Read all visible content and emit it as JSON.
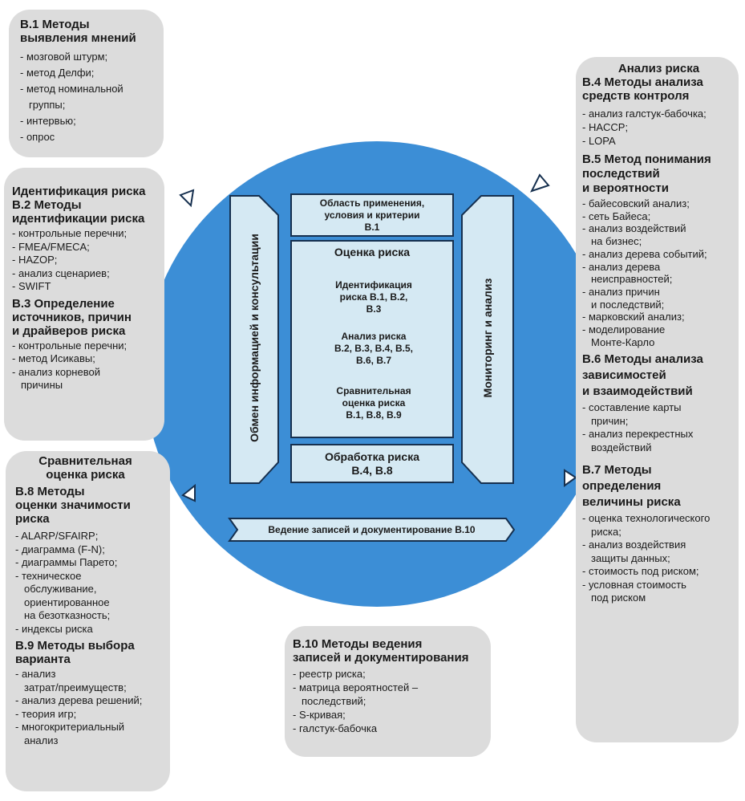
{
  "left_boxes": {
    "b1": {
      "title": "В.1 Методы\nвыявления мнений",
      "items": [
        "мозговой штурм;",
        "метод Делфи;",
        "метод номинальной\nгруппы;",
        "интервью;",
        "опрос"
      ]
    },
    "b2": {
      "section": "Идентификация риска",
      "title": "В.2 Методы\nидентификации риска",
      "items": [
        "контрольные перечни;",
        "FMEA/FMECA;",
        "HAZOP;",
        "анализ сценариев;",
        "SWIFT"
      ],
      "title2": "В.3 Определение\nисточников, причин\nи драйверов риска",
      "items2": [
        "контрольные перечни;",
        "метод Исикавы;",
        "анализ корневой\nпричины"
      ]
    },
    "b3": {
      "section": "Сравнительная\nоценка риска",
      "title": "В.8 Методы\nоценки значимости\nриска",
      "items": [
        "ALARP/SFAIRP;",
        "диаграмма (F-N);",
        "диаграммы Парето;",
        "техническое\nобслуживание,\nориентированное\nна безотказность;",
        "индексы риска"
      ],
      "title2": "В.9 Методы выбора\nварианта",
      "items2": [
        "анализ\nзатрат/преимуществ;",
        "анализ дерева решений;",
        "теория игр;",
        "многокритериальный\nанализ"
      ]
    }
  },
  "right_box": {
    "section": "Анализ риска",
    "title1": "В.4 Методы анализа\nсредств контроля",
    "items1": [
      "анализ галстук-бабочка;",
      "HACCP;",
      "LOPA"
    ],
    "title2": "В.5 Метод понимания\nпоследствий\nи вероятности",
    "items2": [
      "байесовский анализ;",
      "сеть Байеса;",
      "анализ воздействий\nна бизнес;",
      "анализ дерева событий;",
      "анализ дерева\nнеисправностей;",
      "анализ причин\nи последствий;",
      "марковский анализ;",
      "моделирование\nМонте-Карло"
    ],
    "title3": "В.6 Методы анализа\nзависимостей\nи взаимодействий",
    "items3": [
      "составление карты\nпричин;",
      "анализ перекрестных\nвоздействий"
    ],
    "title4": "В.7 Методы\nопределения\nвеличины риска",
    "items4": [
      "оценка технологического\nриска;",
      "анализ воздействия\nзащиты данных;",
      "стоимость под риском;",
      "условная стоимость\nпод риском"
    ]
  },
  "bottom_box": {
    "title": "В.10 Методы ведения\nзаписей и документирования",
    "items": [
      "реестр риска;",
      "матрица вероятностей –\nпоследствий;",
      "S-кривая;",
      "галстук-бабочка"
    ]
  },
  "center": {
    "left_arrow": "Обмен информацией и консультации",
    "right_arrow": "Мониторинг и анализ",
    "scope": "Область применения,\nусловия и критерии\nВ.1",
    "assessment": "Оценка риска",
    "identification": "Идентификация\nриска В.1, В.2,\nВ.3",
    "analysis": "Анализ риска\nВ.2, В.3, В.4, В.5,\nВ.6, В.7",
    "evaluation": "Сравнительная\nоценка риска\nВ.1, В.8, В.9",
    "treatment": "Обработка риска\nВ.4, В.8",
    "records": "Ведение записей и документирование В.10"
  },
  "colors": {
    "circle": "#3c8ed6",
    "panel": "#d5e9f3",
    "border": "#16304f",
    "box": "#dcdcdc"
  }
}
